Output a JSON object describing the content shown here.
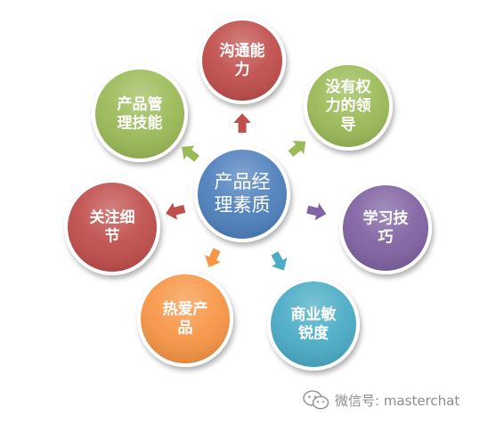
{
  "diagram": {
    "center": {
      "lines": [
        "产品经",
        "理素质"
      ],
      "color": "#4F81BD"
    },
    "nodes": [
      {
        "id": "communication",
        "lines": [
          "沟通能",
          "力"
        ],
        "color": "#C0504D"
      },
      {
        "id": "leadership",
        "lines": [
          "没有权",
          "力的领",
          "导"
        ],
        "color": "#9BBB59"
      },
      {
        "id": "learning",
        "lines": [
          "学习技",
          "巧"
        ],
        "color": "#8064A2"
      },
      {
        "id": "business",
        "lines": [
          "商业敏",
          "锐度"
        ],
        "color": "#4BACC6"
      },
      {
        "id": "passion",
        "lines": [
          "热爱产",
          "品"
        ],
        "color": "#F79646"
      },
      {
        "id": "details",
        "lines": [
          "关注细",
          "节"
        ],
        "color": "#C0504D"
      },
      {
        "id": "product-mgmt",
        "lines": [
          "产品管",
          "理技能"
        ],
        "color": "#9BBB59"
      }
    ]
  },
  "watermark": {
    "text": "微信号: masterchat",
    "icon": "wechat-icon"
  }
}
